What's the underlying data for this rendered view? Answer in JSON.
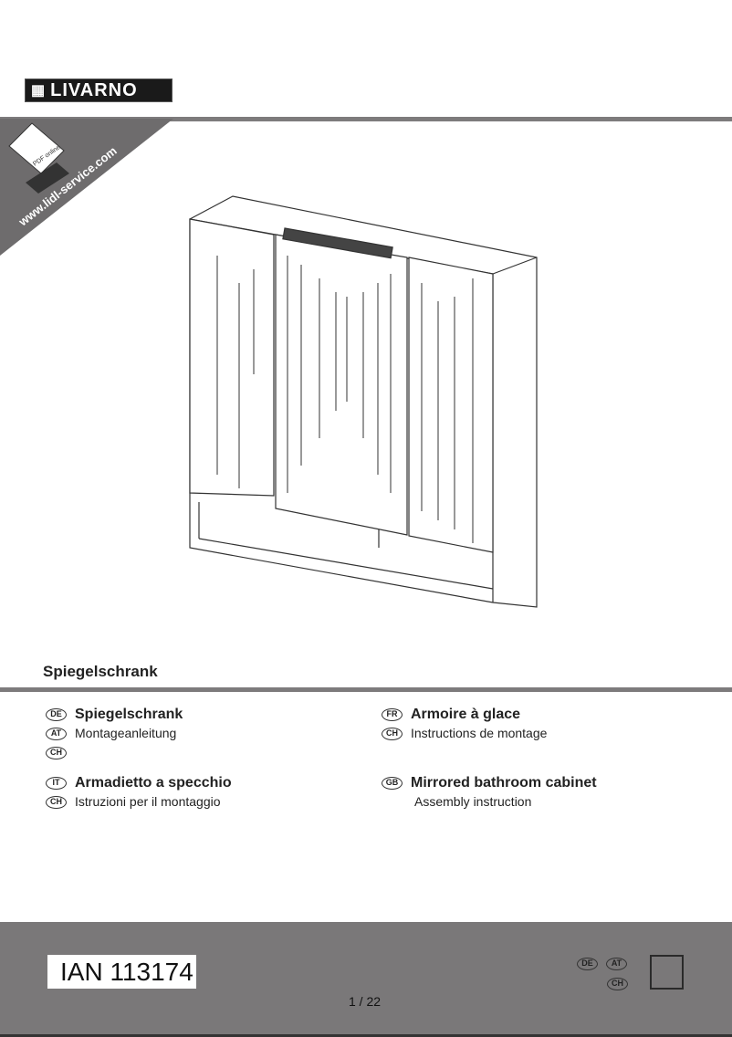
{
  "brand": {
    "logo": "LIVARNO"
  },
  "banner": {
    "url": "www.lidl-service.com",
    "pdf_label": "PDF online"
  },
  "product_title": "Spiegelschrank",
  "languages": [
    {
      "badges": [
        "DE",
        "AT",
        "CH"
      ],
      "title": "Spiegelschrank",
      "subtitle": "Montageanleitung"
    },
    {
      "badges": [
        "FR",
        "CH"
      ],
      "title": "Armoire à glace",
      "subtitle": "Instructions de montage"
    },
    {
      "badges": [
        "IT",
        "CH"
      ],
      "title": "Armadietto a specchio",
      "subtitle": "Istruzioni per il montaggio"
    },
    {
      "badges": [
        "GB"
      ],
      "title": "Mirrored bathroom cabinet",
      "subtitle": "Assembly instruction"
    }
  ],
  "footer": {
    "ian": "IAN 113174",
    "page": "1 / 22",
    "country_badges": [
      "DE",
      "AT",
      "CH"
    ]
  },
  "colors": {
    "footer": "#7a7879",
    "rule": "#7d7b7c"
  }
}
